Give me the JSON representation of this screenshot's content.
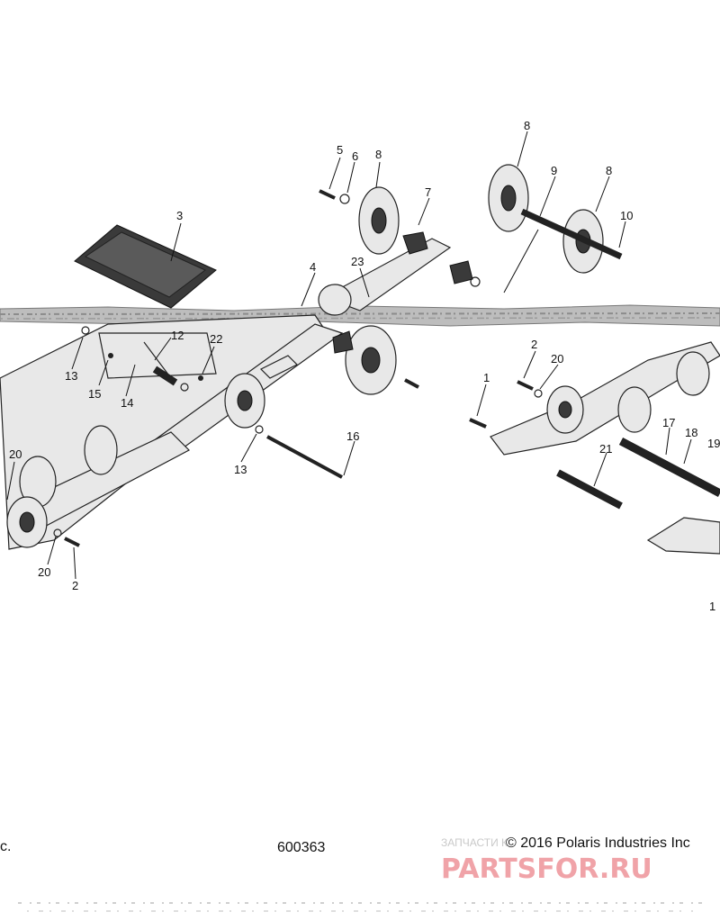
{
  "diagram": {
    "callouts": {
      "c1a": "1",
      "c1b": "1",
      "c2a": "2",
      "c2b": "2",
      "c3": "3",
      "c4": "4",
      "c5": "5",
      "c6": "6",
      "c7": "7",
      "c8a": "8",
      "c8b": "8",
      "c8c": "8",
      "c9": "9",
      "c10": "10",
      "c12": "12",
      "c13a": "13",
      "c13b": "13",
      "c14": "14",
      "c15": "15",
      "c16": "16",
      "c17": "17",
      "c18": "18",
      "c19": "19",
      "c20a": "20",
      "c20b": "20",
      "c20c": "20",
      "c21": "21",
      "c22": "22",
      "c23": "23"
    },
    "footer": {
      "left_fragment": "c.",
      "part_number": "600363",
      "copyright": "© 2016 Polaris Industries Inc",
      "watermark_small": "ЗАПЧАСТИ К",
      "watermark_logo": "PARTSFOR.RU"
    }
  }
}
